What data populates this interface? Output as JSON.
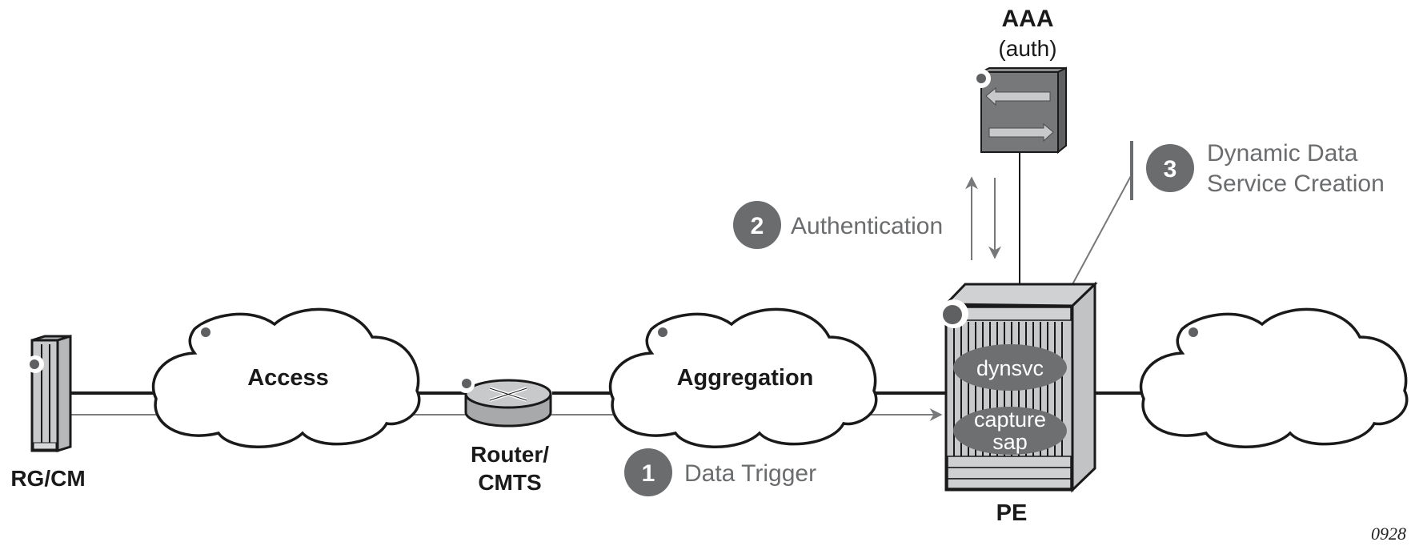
{
  "figure": {
    "number": "0928"
  },
  "nodes": {
    "rg_cm": {
      "label": "RG/CM"
    },
    "access_cloud": {
      "label": "Access"
    },
    "router": {
      "label_line1": "Router/",
      "label_line2": "CMTS"
    },
    "aggregation_cloud": {
      "label": "Aggregation"
    },
    "pe": {
      "label": "PE",
      "modules": [
        {
          "lines": [
            "dynsvc"
          ]
        },
        {
          "lines": [
            "capture",
            "sap"
          ]
        }
      ]
    },
    "aaa": {
      "label_line1": "AAA",
      "label_line2": "(auth)"
    },
    "right_cloud": {
      "label": ""
    }
  },
  "steps": [
    {
      "number": "1",
      "lines": [
        "Data Trigger"
      ]
    },
    {
      "number": "2",
      "lines": [
        "Authentication"
      ]
    },
    {
      "number": "3",
      "lines": [
        "Dynamic Data",
        "Service Creation"
      ]
    }
  ],
  "colors": {
    "badge": "#6b6c6e",
    "step_text": "#6b6c6e",
    "device_fill": "#c8c9cb",
    "device_dark": "#77787a",
    "line": "#1a1a1a",
    "data_path": "#7d7e80"
  }
}
